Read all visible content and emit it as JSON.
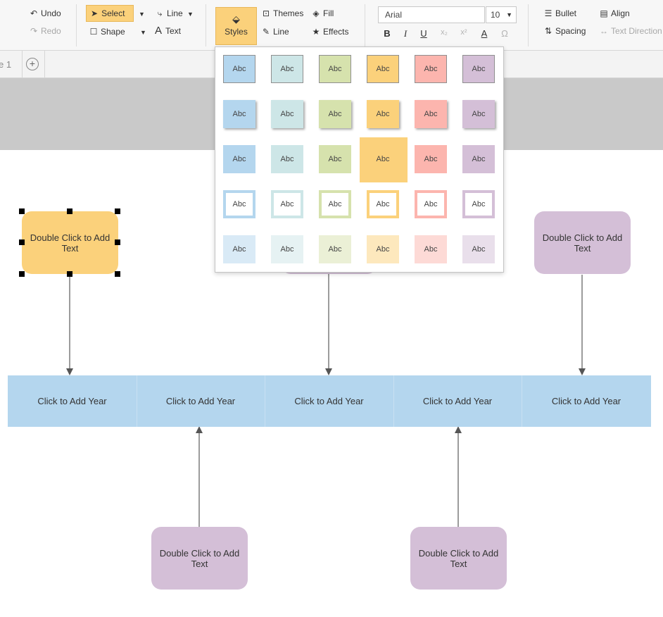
{
  "toolbar": {
    "undo": "Undo",
    "redo": "Redo",
    "select": "Select",
    "shape": "Shape",
    "line": "Line",
    "text": "Text",
    "styles": "Styles",
    "themes": "Themes",
    "line2": "Line",
    "fill": "Fill",
    "effects": "Effects",
    "font_family": "Arial",
    "font_size": "10",
    "bullet": "Bullet",
    "spacing": "Spacing",
    "align": "Align",
    "text_direction": "Text Direction",
    "format": {
      "bold": "B",
      "italic": "I",
      "underline": "U",
      "subscript": "x₂",
      "superscript": "x²",
      "font_color": "A",
      "symbol": "Ω"
    }
  },
  "tabs": {
    "current_label": "e 1"
  },
  "styles_panel": {
    "swatch_text": "Abc",
    "colors": [
      "#b4d6ee",
      "#cde6e7",
      "#d6e2ad",
      "#fbd17b",
      "#fcb5ae",
      "#d4bfd7"
    ],
    "light_colors": [
      "#d9eaf6",
      "#e6f2f3",
      "#ebf0d6",
      "#fde8bd",
      "#fddad6",
      "#e9dfeb"
    ],
    "selected": {
      "row": 3,
      "col": 4
    }
  },
  "diagram": {
    "event_text": "Double Click to Add Text",
    "year_text": "Click to Add Year",
    "years": [
      "Click to Add Year",
      "Click to Add Year",
      "Click to Add Year",
      "Click to Add Year",
      "Click to Add Year"
    ],
    "colors": {
      "year_bar": "#b4d6ee",
      "event_purple": "#d4bfd7",
      "event_selected": "#fbd17b"
    }
  }
}
